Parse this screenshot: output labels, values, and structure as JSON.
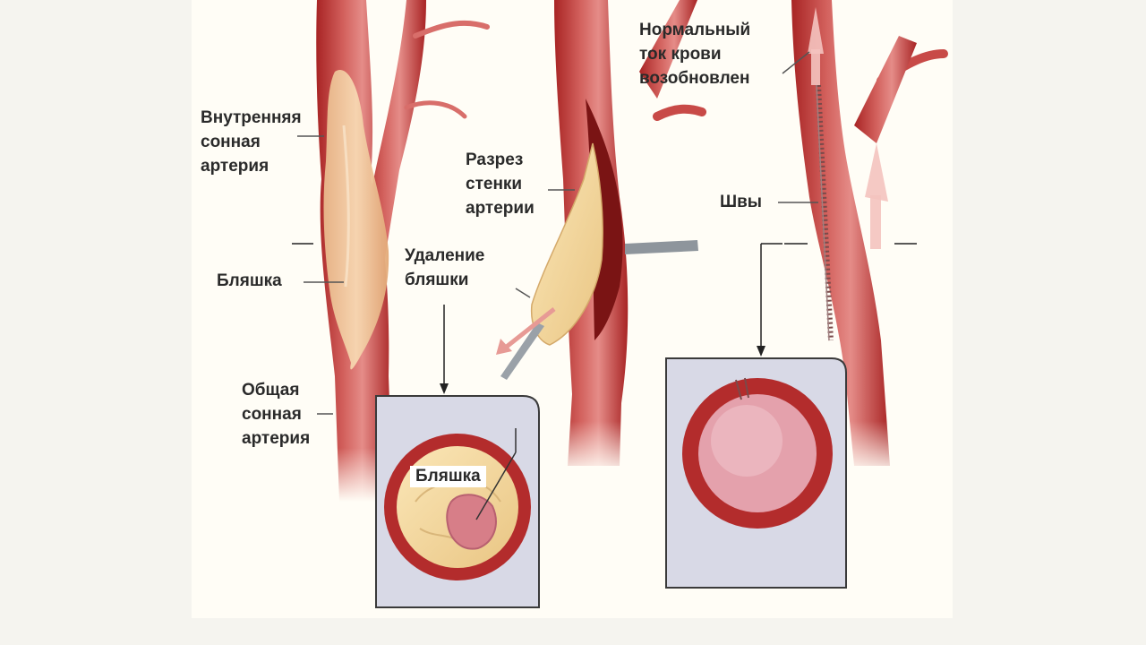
{
  "labels": {
    "internal_carotid": "Внутренняя\nсонная\nартерия",
    "plaque_left": "Бляшка",
    "common_carotid": "Общая\nсонная\nартерия",
    "incision": "Разрез\nстенки\nартерии",
    "plaque_removal": "Удаление\nбляшки",
    "plaque_cross_section": "Бляшка",
    "normal_flow": "Нормальный\nток крови\nвозобновлен",
    "sutures": "Швы"
  },
  "colors": {
    "page_background": "#f5f4ef",
    "panel_background": "#fffdf6",
    "artery_red": "#b32c2c",
    "artery_light": "#e3807d",
    "plaque_yellow": "#f2cd92",
    "inset_box": "#d8d9e6",
    "label_text": "#2a2a2a"
  },
  "icons": {
    "instrument": "surgical-instrument-icon",
    "flow_arrow": "arrow-up-icon",
    "removal_arrow": "arrow-down-left-icon"
  }
}
